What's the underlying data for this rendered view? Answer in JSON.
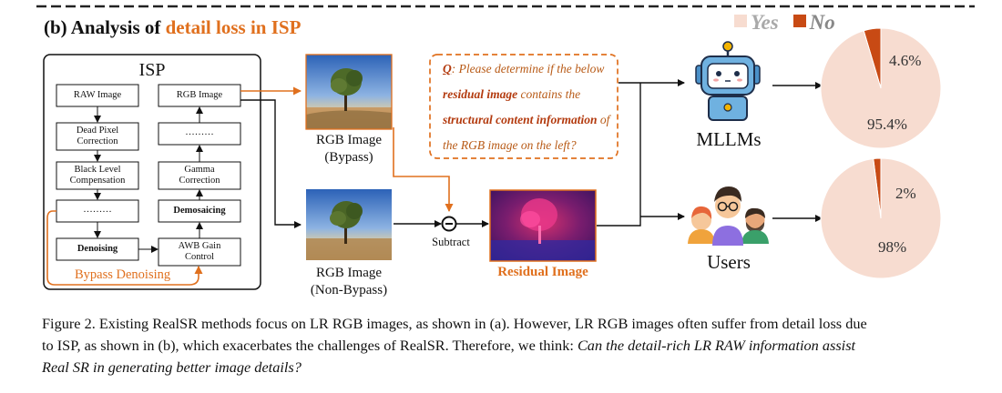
{
  "header": {
    "prefix": "(b) Analysis of ",
    "highlight": "detail loss in ISP"
  },
  "legend": {
    "yes": "Yes",
    "no": "No",
    "yes_color": "#f7dcd0",
    "no_color": "#c84a14"
  },
  "isp": {
    "title": "ISP",
    "raw": "RAW Image",
    "dead1": "Dead Pixel",
    "dead2": "Correction",
    "black1": "Black Level",
    "black2": "Compensation",
    "dots": "………",
    "denoising": "Denoising",
    "rgb": "RGB Image",
    "gamma1": "Gamma",
    "gamma2": "Correction",
    "demosaicing": "Demosaicing",
    "awb1": "AWB Gain",
    "awb2": "Control",
    "bypass": "Bypass Denoising"
  },
  "images": {
    "bypass_l1": "RGB Image",
    "bypass_l2": "(Bypass)",
    "nonbypass_l1": "RGB Image",
    "nonbypass_l2": "(Non-Bypass)",
    "subtract": "Subtract",
    "residual": "Residual Image"
  },
  "question": {
    "q": "Q",
    "t1": ": Please determine if the below",
    "b1": "residual image",
    "t2": " contains the",
    "b2": "structural content information",
    "t3": " of",
    "t4": "the RGB image on the left?"
  },
  "agents": {
    "mllms": "MLLMs",
    "users": "Users",
    "robot_icon": "robot-icon",
    "users_icon": "users-icon"
  },
  "chart_data": [
    {
      "type": "pie",
      "title": "",
      "categories": [
        "Yes",
        "No"
      ],
      "values": [
        95.4,
        4.6
      ],
      "labels": [
        "95.4%",
        "4.6%"
      ],
      "colors": [
        "#f7dcd0",
        "#c84a14"
      ]
    },
    {
      "type": "pie",
      "title": "",
      "categories": [
        "Yes",
        "No"
      ],
      "values": [
        98,
        2
      ],
      "labels": [
        "98%",
        "2%"
      ],
      "colors": [
        "#f7dcd0",
        "#c84a14"
      ]
    }
  ],
  "caption": {
    "line1": "Figure 2. Existing RealSR methods focus on LR RGB images, as shown in (a). However, LR RGB images often suffer from detail loss due",
    "line2a": "to ISP, as shown in (b), which exacerbates the challenges of RealSR. Therefore, we think: ",
    "line2b": "Can the detail-rich LR RAW information assist",
    "line3": "Real SR in generating better image details?"
  }
}
